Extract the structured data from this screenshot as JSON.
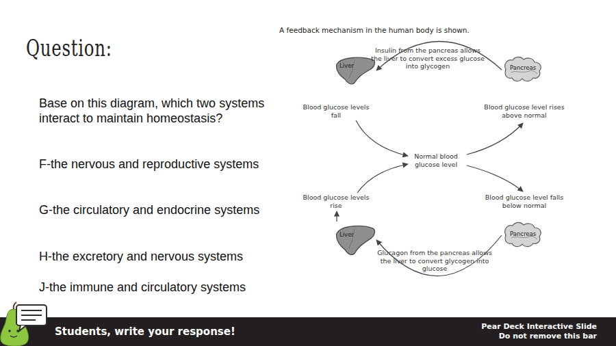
{
  "diagram": {
    "title": "Question:",
    "caption": "A feedback mechanism in the human body is shown.",
    "nodes": [
      {
        "text": [
          "Liver"
        ]
      },
      {
        "text": [
          "Pancreas"
        ]
      },
      {
        "text": [
          "Liver"
        ]
      },
      {
        "text": [
          "Pancreas"
        ]
      }
    ],
    "edges": [
      {
        "from": 1,
        "to": 0,
        "arrow": "to",
        "label": "Insulin from the pancreas allows the liver to convert excess glucose into glycogen"
      },
      {
        "from": 3,
        "to": 2,
        "arrow": "to",
        "label": "Glucagon from the pancreas allows the liver to convert glycogen into glucose"
      }
    ],
    "labels": [
      "Base on this diagram, which two systems interact to maintain homeostasis?",
      "F-the nervous and reproductive systems",
      "G-the circulatory and endocrine systems",
      "H-the excretory and nervous systems",
      "J-the immune and circulatory systems",
      "Blood glucose levels fall",
      "Blood glucose level rises above normal",
      "Normal blood glucose level",
      "Blood glucose levels rise",
      "Blood glucose level falls below normal",
      "Students, write your response!",
      "Pear Deck Interactive Slide",
      "Do not remove this bar"
    ]
  }
}
